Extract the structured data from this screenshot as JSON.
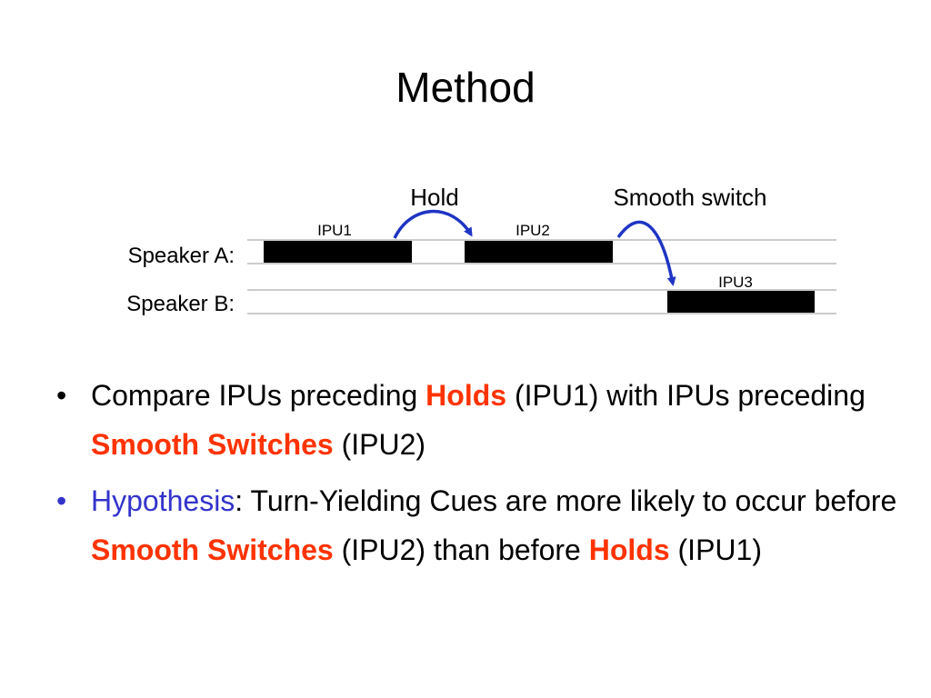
{
  "slide": {
    "title": "Method"
  },
  "diagram": {
    "labels": {
      "hold": "Hold",
      "smooth_switch": "Smooth switch",
      "speaker_a": "Speaker A:",
      "speaker_b": "Speaker B:",
      "ipu1": "IPU1",
      "ipu2": "IPU2",
      "ipu3": "IPU3"
    },
    "colors": {
      "ipu_fill": "#000000",
      "arrow": "#1f35c4",
      "track_line": "#999999"
    }
  },
  "bullets": [
    {
      "parts": [
        {
          "text": "Compare IPUs preceding ",
          "style": "normal"
        },
        {
          "text": "Holds",
          "style": "em"
        },
        {
          "text": " (IPU1) with IPUs preceding ",
          "style": "normal"
        },
        {
          "text": "Smooth Switches",
          "style": "em"
        },
        {
          "text": " (IPU2)",
          "style": "normal"
        }
      ]
    },
    {
      "parts": [
        {
          "text": "Hypothesis",
          "style": "hyp"
        },
        {
          "text": ": Turn-Yielding Cues are more likely to occur before ",
          "style": "normal"
        },
        {
          "text": "Smooth Switches",
          "style": "em"
        },
        {
          "text": " (IPU2) than before ",
          "style": "normal"
        },
        {
          "text": "Holds",
          "style": "em"
        },
        {
          "text": " (IPU1)",
          "style": "normal"
        }
      ]
    }
  ],
  "colors": {
    "emphasis": "#ff3300",
    "hypothesis": "#3333cc",
    "bullet_1": "#000000",
    "bullet_2": "#3333cc"
  }
}
